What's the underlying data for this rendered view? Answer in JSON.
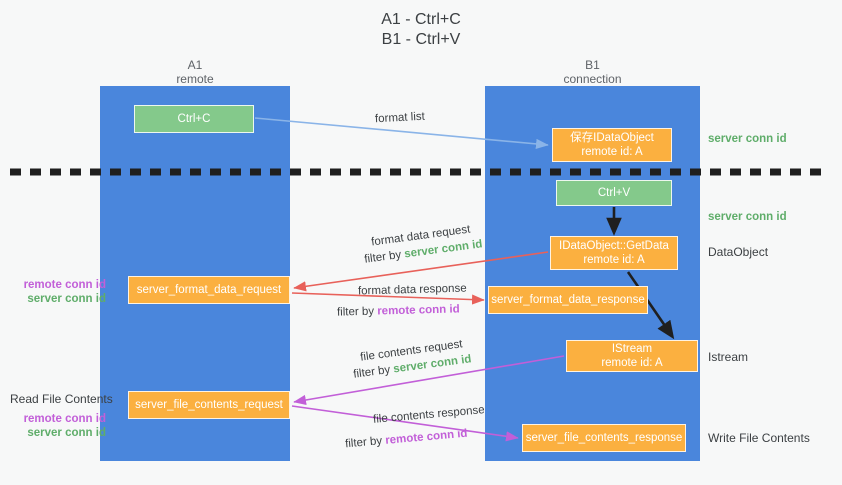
{
  "title": {
    "line1": "A1 - Ctrl+C",
    "line2": "B1 - Ctrl+V"
  },
  "lanes": [
    {
      "id": "A1",
      "name": "A1",
      "sub": "remote"
    },
    {
      "id": "B1",
      "name": "B1",
      "sub": "connection"
    }
  ],
  "colors": {
    "lane": "#4a86dc",
    "green_box": "#84c98b",
    "orange_box": "#fbb040",
    "server_conn_id": "#5fad6a",
    "remote_conn_id": "#c25fd8",
    "arrow_blue": "#8ab4e8",
    "arrow_red": "#e8615a",
    "arrow_magenta": "#c25fd8",
    "arrow_dark": "#1f1f1f",
    "background": "#f7f8f8"
  },
  "boxes": {
    "ctrl_c": {
      "line1": "Ctrl+C",
      "line2": ""
    },
    "save_idataobject": {
      "line1": "保存IDataObject",
      "line2": "remote id: A"
    },
    "ctrl_v": {
      "line1": "Ctrl+V",
      "line2": ""
    },
    "getdata": {
      "line1": "IDataObject::GetData",
      "line2": "remote id: A"
    },
    "format_data_request": {
      "line1": "server_format_data_request",
      "line2": ""
    },
    "format_data_response": {
      "line1": "server_format_data_response",
      "line2": ""
    },
    "istream": {
      "line1": "IStream",
      "line2": "remote id: A"
    },
    "file_contents_request": {
      "line1": "server_file_contents_request",
      "line2": ""
    },
    "file_contents_response": {
      "line1": "server_file_contents_response",
      "line2": ""
    }
  },
  "edge_labels": {
    "format_list": "format list",
    "format_data_request": "format data request",
    "format_data_request_filter_prefix": "filter by ",
    "format_data_request_filter_value": "server conn id",
    "format_data_response": "format data response",
    "format_data_response_filter_prefix": "filter by ",
    "format_data_response_filter_value": "remote conn id",
    "file_contents_request": "file contents request",
    "file_contents_request_filter_prefix": "filter by ",
    "file_contents_request_filter_value": "server conn id",
    "file_contents_response": "file contents response",
    "file_contents_response_filter_prefix": "filter by ",
    "file_contents_response_filter_value": "remote conn id"
  },
  "side_labels": {
    "right_server_conn_1": "server conn id",
    "right_server_conn_2": "server conn id",
    "right_dataobject": "DataObject",
    "right_istream": "Istream",
    "right_write_file_contents": "Write File Contents",
    "left_read_file_contents": "Read File Contents",
    "left_remote_conn_1": "remote conn id",
    "left_server_conn_1": "server conn id",
    "left_remote_conn_2": "remote conn id",
    "left_server_conn_2": "server conn id"
  }
}
